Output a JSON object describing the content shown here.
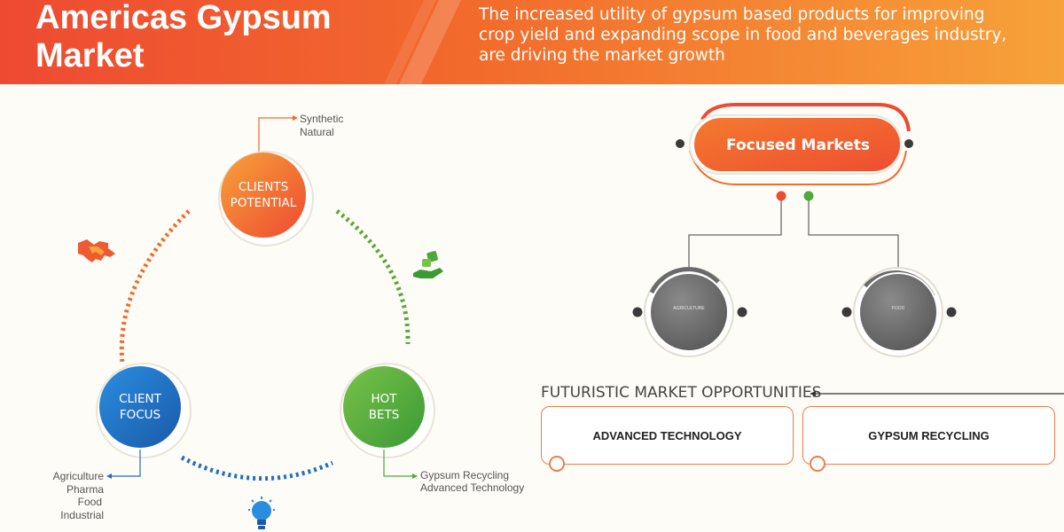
{
  "header": {
    "title_line1": "Americas Gypsum",
    "title_line2": "Market",
    "subtitle_lines": [
      "The increased utility of gypsum based products for improving",
      "crop yield and expanding scope in food and beverages industry,",
      "are driving the market growth"
    ]
  },
  "cycle": {
    "clients_potential": {
      "label_line1": "CLIENTS",
      "label_line2": "POTENTIAL",
      "items": [
        "Synthetic",
        "Natural"
      ]
    },
    "client_focus": {
      "label_line1": "CLIENT",
      "label_line2": "FOCUS",
      "items": [
        "Agriculture",
        "Pharma",
        "Food",
        "Industrial"
      ]
    },
    "hot_bets": {
      "label_line1": "HOT",
      "label_line2": "BETS",
      "items": [
        "Gypsum Recycling",
        "Advanced Technology"
      ]
    }
  },
  "focused_markets": {
    "title": "Focused Markets",
    "markets": [
      "AGRICULTURE",
      "FOOD"
    ]
  },
  "opportunities": {
    "title": "FUTURISTIC MARKET OPPORTUNITIES",
    "items": [
      "ADVANCED TECHNOLOGY",
      "GYPSUM RECYCLING"
    ]
  },
  "colors": {
    "orange": "#f26b2c",
    "orange_light": "#f79a3a",
    "red": "#ee4a32",
    "blue": "#1f6fc2",
    "green": "#4ea83a",
    "grey": "#6a6a6a"
  },
  "icons": [
    "handshake-icon",
    "money-hand-icon",
    "lightbulb-icon"
  ]
}
